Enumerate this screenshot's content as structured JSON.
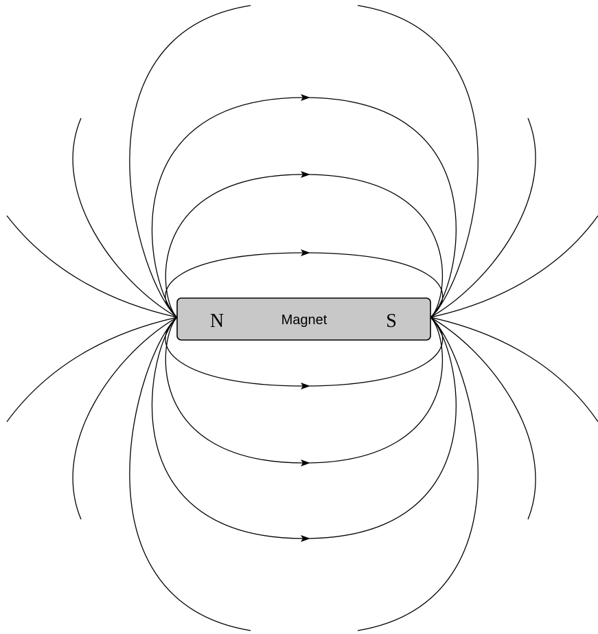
{
  "magnet": {
    "north_label": "N",
    "south_label": "S",
    "name_label": "Magnet",
    "body_color": "#c8c8c8"
  },
  "field_lines": {
    "color": "#000000",
    "direction": "north-to-south"
  }
}
